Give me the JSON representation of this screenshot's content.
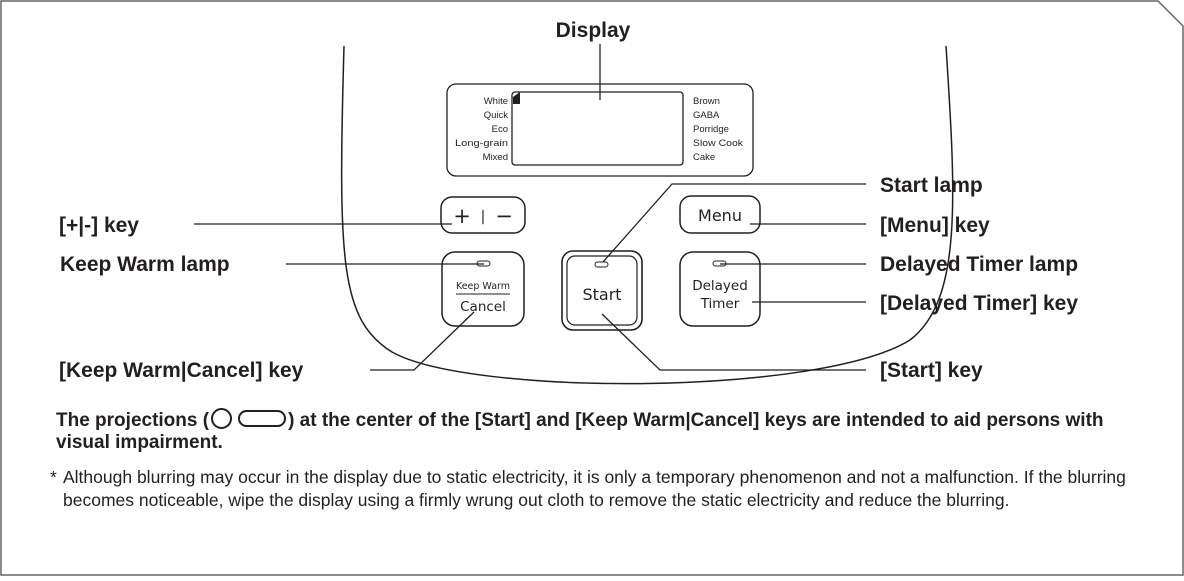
{
  "callouts": {
    "display": "Display",
    "plus_minus_key": "[+|-] key",
    "keep_warm_lamp": "Keep Warm lamp",
    "keep_warm_cancel_key": "[Keep Warm|Cancel] key",
    "start_lamp": "Start lamp",
    "menu_key": "[Menu] key",
    "delayed_timer_lamp": "Delayed Timer lamp",
    "delayed_timer_key": "[Delayed Timer] key",
    "start_key": "[Start] key"
  },
  "menus": {
    "left": [
      "White",
      "Quick",
      "Eco",
      "Long-grain",
      "Mixed"
    ],
    "right": [
      "Brown",
      "GABA",
      "Porridge",
      "Slow Cook",
      "Cake"
    ]
  },
  "keys": {
    "plus_minus": {
      "plus": "+",
      "divider": "|",
      "minus": "−"
    },
    "menu": "Menu",
    "keep_warm": {
      "top": "Keep Warm",
      "bottom": "Cancel"
    },
    "start": "Start",
    "delayed_timer": {
      "top": "Delayed",
      "bottom": "Timer"
    }
  },
  "caption": {
    "before": "The projections (",
    "after": ") at the center of the [Start] and [Keep Warm|Cancel] keys are intended to aid persons with visual impairment."
  },
  "note": {
    "marker": "*",
    "text": "Although blurring may occur in the display due to static electricity, it is only a temporary phenomenon and not a malfunction. If the blurring becomes noticeable, wipe the display using a firmly wrung out cloth to remove the static electricity and reduce the blurring."
  }
}
